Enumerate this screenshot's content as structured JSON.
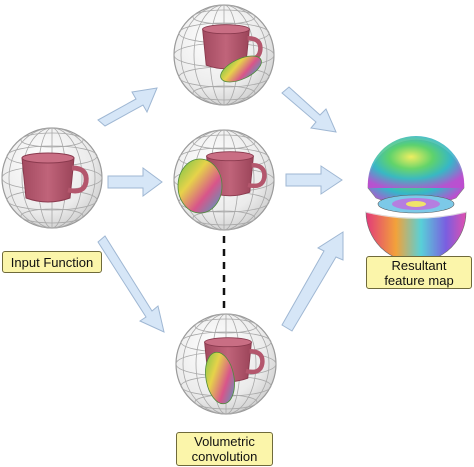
{
  "labels": {
    "input_function": "Input Function",
    "resultant_feature_map": "Resultant feature map",
    "volumetric_convolution": "Volumetric convolution"
  },
  "colors": {
    "arrow_fill": "#d6e6f7",
    "arrow_stroke": "#9fb7d3",
    "cup": "#b4576d",
    "sphere_grid": "#9a9a9a",
    "label_bg": "#fbf5aa",
    "label_border": "#6f6a3a"
  }
}
